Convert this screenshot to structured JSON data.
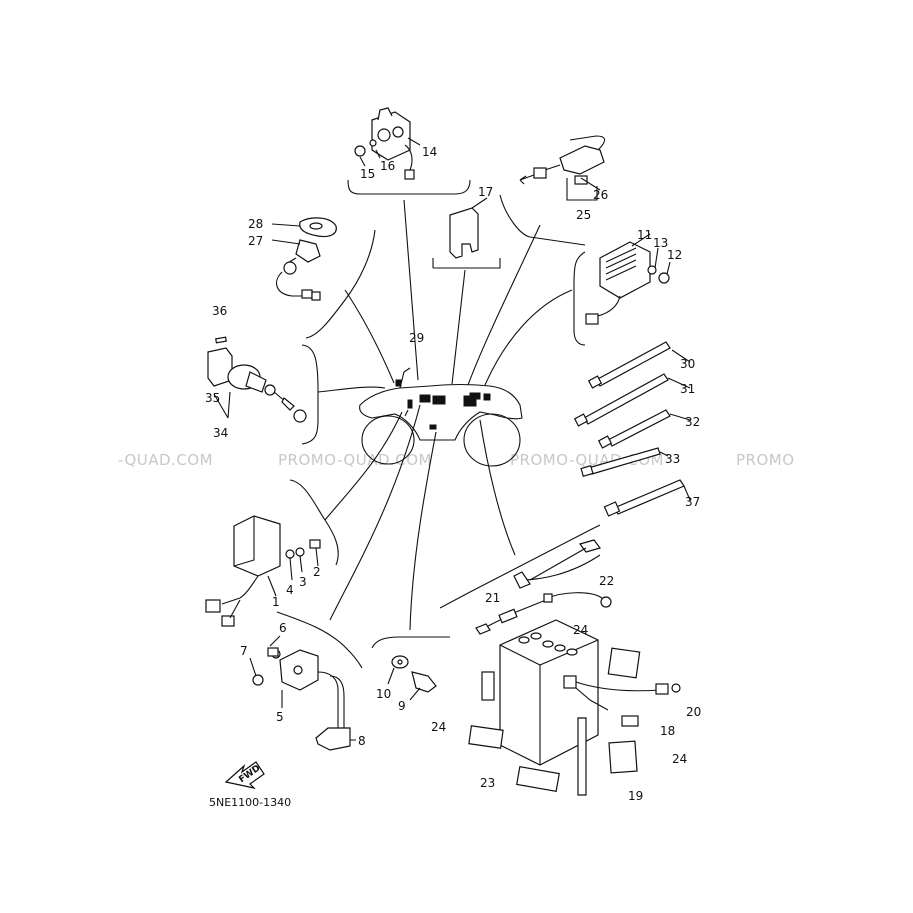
{
  "watermarks": [
    "-QUAD.COM",
    "PROMO-QUAD.COM",
    "PROMO-QUAD.COM",
    "PROMO"
  ],
  "diagram_code": "5NE1100-1340",
  "direction_label": "FWD",
  "callouts": {
    "c1": "1",
    "c2": "2",
    "c3": "3",
    "c4": "4",
    "c5": "5",
    "c6": "6",
    "c7": "7",
    "c8": "8",
    "c9": "9",
    "c10": "10",
    "c11": "11",
    "c12": "12",
    "c13": "13",
    "c14": "14",
    "c15": "15",
    "c16": "16",
    "c17": "17",
    "c18": "18",
    "c19": "19",
    "c20": "20",
    "c21": "21",
    "c22": "22",
    "c23": "23",
    "c24a": "24",
    "c24b": "24",
    "c24c": "24",
    "c25": "25",
    "c26": "26",
    "c27": "27",
    "c28": "28",
    "c29": "29",
    "c30": "30",
    "c31": "31",
    "c32": "32",
    "c33": "33",
    "c34": "34",
    "c35": "35",
    "c36": "36",
    "c37": "37"
  },
  "colors": {
    "ink": "#111111",
    "watermark": "#c8c8c8",
    "background": "#ffffff"
  }
}
